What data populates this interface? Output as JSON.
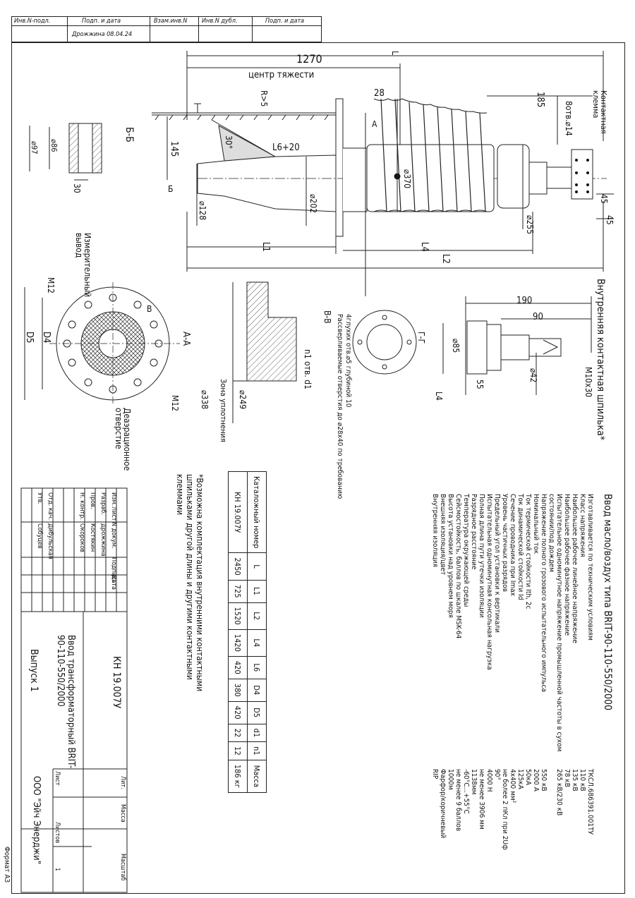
{
  "stamp_top": {
    "headers": [
      "Инв.N-подл.",
      "Подп. и дата",
      "Взам.инв.N",
      "Инв.N дубл.",
      "Подп. и дата"
    ],
    "signature_date": "Дрожжина 08.04.24"
  },
  "drawing": {
    "dim_total": "L",
    "dim_1270": "1270",
    "center_gravity": "центр тяжести",
    "r5": "R>5",
    "dim_28": "28",
    "dim_185": "185",
    "holes_8": "8отв.⌀14",
    "contact_clamp": "Контактная клемма",
    "angle_30": "30°",
    "dim_145": "145",
    "dim_l6": "L6+20",
    "d128": "⌀128",
    "d202": "⌀202",
    "d370": "⌀370",
    "d255": "⌀255",
    "dim_45a": "45",
    "dim_45b": "45",
    "L1": "L1",
    "L4": "L4",
    "L2": "L2",
    "section_bb": "Б-Б",
    "d97": "⌀97",
    "d86": "⌀86",
    "dim_30": "30",
    "marker_b": "Б",
    "marker_a": "А",
    "measure_outlet": "Измерительный вывод",
    "m12a": "M12",
    "m12b": "M12",
    "b_label": "В",
    "aa": "А-А",
    "D4": "D4",
    "D5": "D5",
    "degas": "Деаэрационное отверстие",
    "vv": "В-В",
    "n1_holes": "n1 отв. d1",
    "seal_zone": "Зона уплотнения",
    "d338": "⌀338",
    "d249": "⌀249",
    "holes_note": "4глухих отв.⌀5 глубиной 10",
    "holes_note2": "Рассверливаемые отверстия до ⌀28x40 по требованию",
    "gg": "Г-Г",
    "inner_pin": "Внутренняя контактная шпилька*",
    "dim_190": "190",
    "dim_90": "90",
    "d85": "⌀85",
    "d42": "⌀42",
    "m10": "M10x30",
    "dim_55": "55",
    "L4b": "L4"
  },
  "spec": {
    "title": "Ввод масло/воздух типа BRIT-90-110-550/2000",
    "rows": [
      {
        "label": "Изготавливается по техническим условиям",
        "value": "ТКСЛ.686391.001ТУ"
      },
      {
        "label": "Класс напряжения",
        "value": "110 кВ"
      },
      {
        "label": "Наибольшее рабочее линейное напряжение",
        "value": "135 кВ"
      },
      {
        "label": "Наибольшее рабочее фазное напряжение",
        "value": "78 кВ"
      },
      {
        "label": "Испытательное одноминутное напряжение промышленной частоты в сухом состоянии/под дождем",
        "value": "265 кВ/230 кВ"
      },
      {
        "label": "Напряжение полного грозового испытательного импульса",
        "value": "550 кВ"
      },
      {
        "label": "Номинальный ток",
        "value": "2000 А"
      },
      {
        "label": "Ток термической стойкости Ith, 2с",
        "value": "50кА"
      },
      {
        "label": "Ток динамической стойкости Id",
        "value": "125кА"
      },
      {
        "label": "Сечение проводника при Imax",
        "value": "4х400 мм²"
      },
      {
        "label": "Уровень частичных разрядов",
        "value": "не более 2 пКл при 2Uф"
      },
      {
        "label": "Предельный угол установки к вертикали",
        "value": "90°"
      },
      {
        "label": "Испытательная одноминутная консольная нагрузка",
        "value": "4000 Н"
      },
      {
        "label": "Полная длина пути утечки изоляции",
        "value": "не менее 3906 мм"
      },
      {
        "label": "Разрядное расстояние",
        "value": "1138мм"
      },
      {
        "label": "Температура окружающей среды",
        "value": "-60°С...+55°С"
      },
      {
        "label": "Сейсмостойкость, баллов по шкале MSK-64",
        "value": "не менее 9 баллов"
      },
      {
        "label": "Высота установки над уровнем моря",
        "value": "1000м"
      },
      {
        "label": "Внешняя изоляция/цвет",
        "value": "Фарфор/коричневый"
      },
      {
        "label": "Внутренняя изоляция",
        "value": "RIP"
      }
    ]
  },
  "catalog": {
    "headers": [
      "Каталожный номер",
      "L",
      "L1",
      "L2",
      "L4",
      "L6",
      "D4",
      "D5",
      "d1",
      "n1",
      "Масса"
    ],
    "row": [
      "КН 19.007У",
      "2450",
      "725",
      "1520",
      "1420",
      "420",
      "380",
      "420",
      "22",
      "12",
      "186 кг"
    ]
  },
  "footnote": "*Возможна комплектация внутренними контактными шпильками другой длины и другими контактными клеммами",
  "title_block": {
    "rev_headers": [
      "Изм.",
      "Лист",
      "N докум.",
      "Подпись",
      "Дата"
    ],
    "roles": [
      {
        "role": "Разраб.",
        "name": "Дрожжина"
      },
      {
        "role": "Пров.",
        "name": "Костякин"
      },
      {
        "role": "Н. контр.",
        "name": "Окороков"
      },
      {
        "role": "Отд. кач.",
        "name": "Дибульская"
      },
      {
        "role": "Утв.",
        "name": "Собуцев"
      }
    ],
    "doc_number": "КН 19.007У",
    "doc_title": "Ввод трансформаторный BRIT-90-110-550/2000",
    "issue": "Выпуск 1",
    "lit": "Лит.",
    "mass": "Масса",
    "scale": "Масштаб",
    "sheet": "Лист",
    "sheets": "Листов",
    "sheets_val": "1",
    "company": "ООО \"Эйч Энерджи\"",
    "format": "Формат А3"
  }
}
